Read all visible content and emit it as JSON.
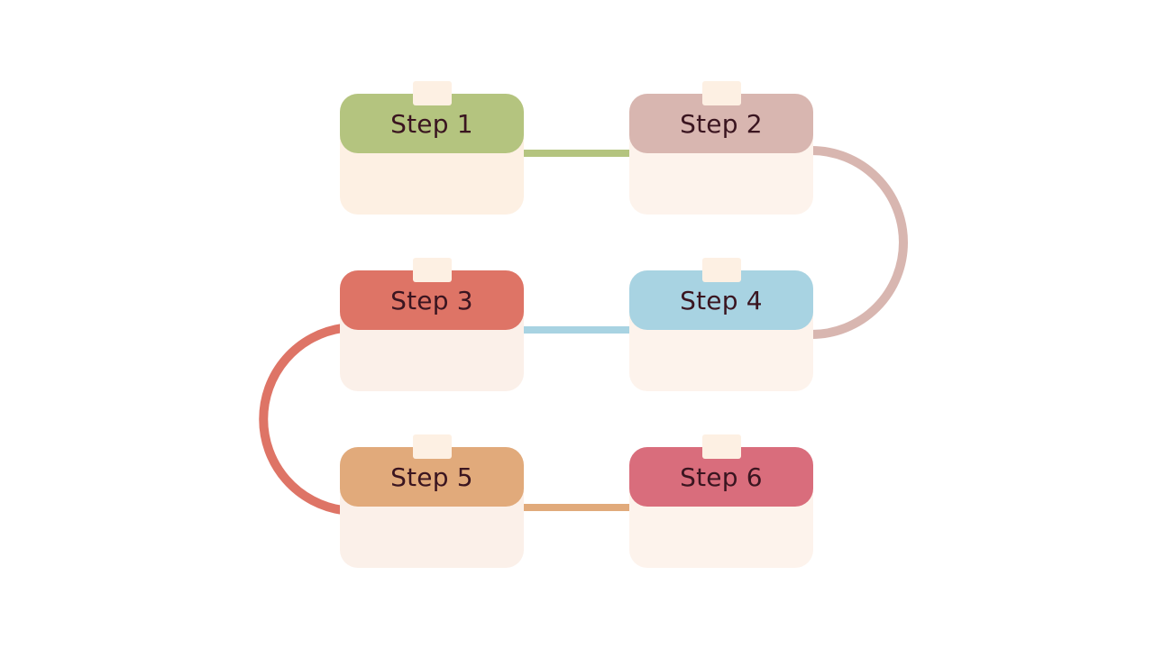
{
  "steps": [
    {
      "label": "Step 1",
      "color": "#b4c47f",
      "body_color": "#fdf0e3",
      "tab_color": "#fdf0e3"
    },
    {
      "label": "Step 2",
      "color": "#d8b6b0",
      "body_color": "#fdf3ec",
      "tab_color": "#fdf0e3"
    },
    {
      "label": "Step 3",
      "color": "#de7466",
      "body_color": "#fbf0e9",
      "tab_color": "#fdf0e3"
    },
    {
      "label": "Step 4",
      "color": "#a8d3e2",
      "body_color": "#fdf3ec",
      "tab_color": "#fdf0e3"
    },
    {
      "label": "Step 5",
      "color": "#e1aa7b",
      "body_color": "#fbf0e9",
      "tab_color": "#fdf0e3"
    },
    {
      "label": "Step 6",
      "color": "#d96d7c",
      "body_color": "#fdf3ec",
      "tab_color": "#fdf0e3"
    }
  ],
  "connectors": {
    "step1_to_step2": "#b4c47f",
    "step2_to_step4": "#d8b6b0",
    "step3_to_step4": "#a8d3e2",
    "step3_to_step5": "#de7466",
    "step5_to_step6": "#e1aa7b"
  }
}
